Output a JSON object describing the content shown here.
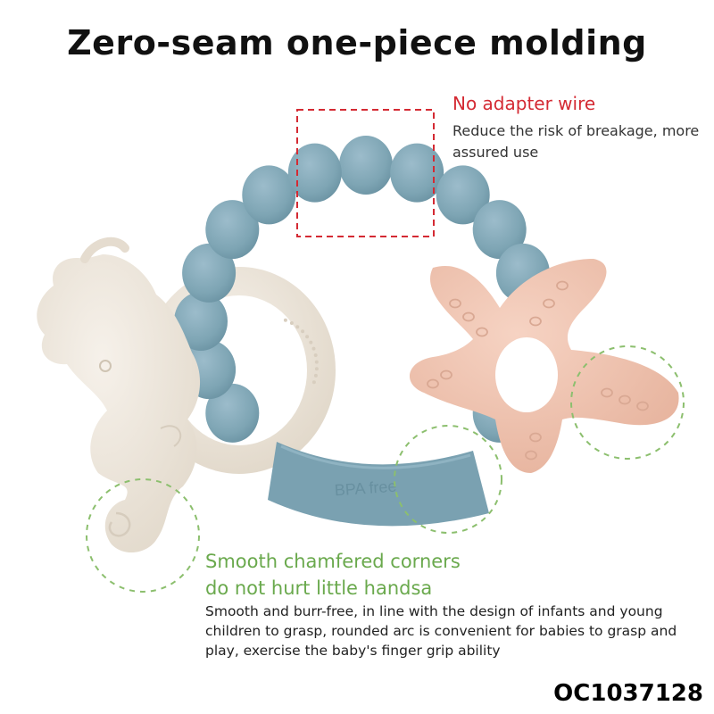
{
  "title": "Zero-seam one-piece molding",
  "callout_top": {
    "heading": "No adapter wire",
    "description": "Reduce the risk of breakage, more assured use"
  },
  "ring_label": "BPA free",
  "callout_bottom": {
    "heading_line1": "Smooth chamfered corners",
    "heading_line2": "do not hurt little handsa",
    "description": "Smooth and burr-free, in line with the design of infants and young children to grasp, rounded arc is convenient for babies to grasp and play, exercise the baby's finger grip ability"
  },
  "model_number": "OC1037128",
  "colors": {
    "ring_blue": "#7ea5b4",
    "seahorse_cream": "#ece5da",
    "starfish_peach": "#efc3b0",
    "accent_red": "#d42a33",
    "accent_green": "#6aa94d"
  }
}
